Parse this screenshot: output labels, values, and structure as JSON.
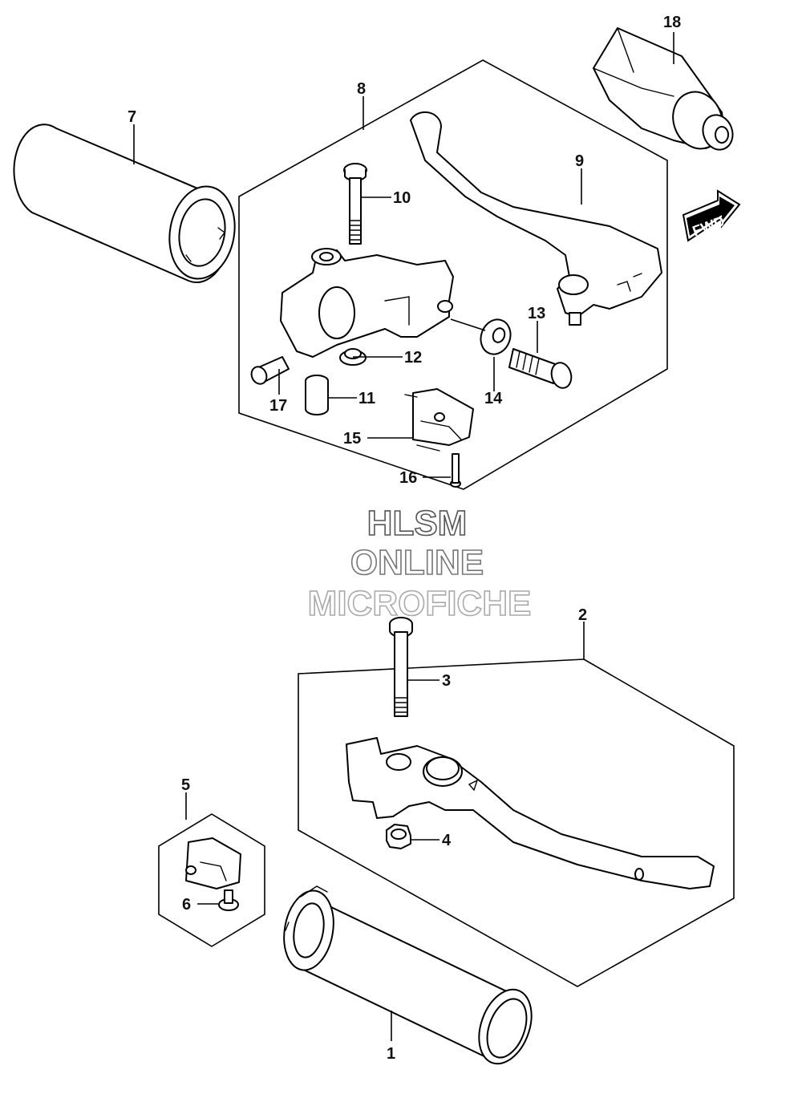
{
  "watermark": {
    "line1": "HLSM",
    "line2": "ONLINE",
    "line3": "MICROFICHE"
  },
  "fwd_label": "FWD",
  "callouts": [
    "1",
    "2",
    "3",
    "4",
    "5",
    "6",
    "7",
    "8",
    "9",
    "10",
    "11",
    "12",
    "13",
    "14",
    "15",
    "16",
    "17",
    "18"
  ]
}
